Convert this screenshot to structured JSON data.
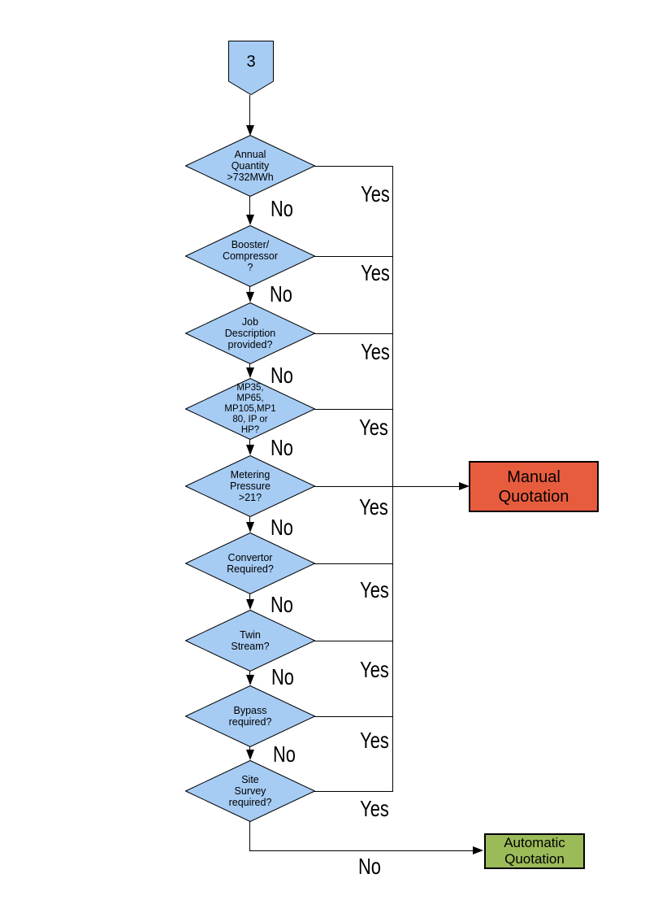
{
  "connector": {
    "label": "3"
  },
  "decisions": [
    {
      "label": "Annual\nQuantity\n>732MWh",
      "yes": "Yes",
      "no": "No"
    },
    {
      "label": "Booster/\nCompressor\n?",
      "yes": "Yes",
      "no": "No"
    },
    {
      "label": "Job\nDescription\nprovided?",
      "yes": "Yes",
      "no": "No"
    },
    {
      "label": "MP35,\nMP65,\nMP105,MP1\n80, IP or\nHP?",
      "yes": "Yes",
      "no": "No"
    },
    {
      "label": "Metering\nPressure\n>21?",
      "yes": "Yes",
      "no": "No"
    },
    {
      "label": "Convertor\nRequired?",
      "yes": "Yes",
      "no": "No"
    },
    {
      "label": "Twin\nStream?",
      "yes": "Yes",
      "no": "No"
    },
    {
      "label": "Bypass\nrequired?",
      "yes": "Yes",
      "no": "No"
    },
    {
      "label": "Site\nSurvey\nrequired?",
      "yes": "Yes",
      "no": "No"
    }
  ],
  "final_no": "No",
  "outcomes": {
    "manual": {
      "label": "Manual\nQuotation",
      "fill": "#e85c3e",
      "border": "#000000"
    },
    "automatic": {
      "label": "Automatic\nQuotation",
      "fill": "#9bbb59",
      "border": "#000000"
    }
  },
  "colors": {
    "shape_fill": "#a6ccf4",
    "line": "#000000",
    "background": "#ffffff"
  }
}
